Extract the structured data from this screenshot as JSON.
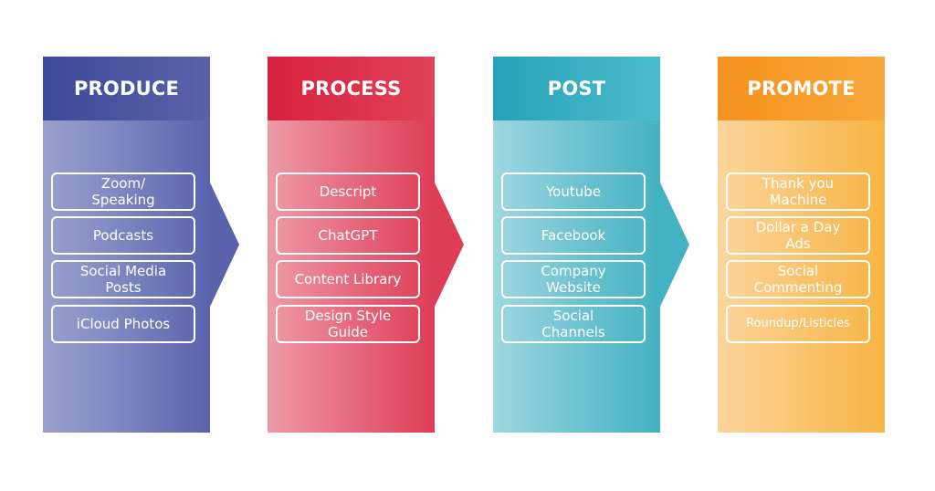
{
  "stages": [
    {
      "title": "PRODUCE",
      "color": "#5962ab",
      "items": [
        "Zoom/\nSpeaking",
        "Podcasts",
        "Social Media\nPosts",
        "iCloud Photos"
      ]
    },
    {
      "title": "PROCESS",
      "color": "#dd3d57",
      "items": [
        "Descript",
        "ChatGPT",
        "Content Library",
        "Design Style\nGuide"
      ]
    },
    {
      "title": "POST",
      "color": "#44b2c3",
      "items": [
        "Youtube",
        "Facebook",
        "Company\nWebsite",
        "Social\nChannels"
      ]
    },
    {
      "title": "PROMOTE",
      "color": "#f7b443",
      "items": [
        "Thank you\nMachine",
        "Dollar a Day\nAds",
        "Social\nCommenting",
        "Roundup/Listicles"
      ]
    }
  ]
}
